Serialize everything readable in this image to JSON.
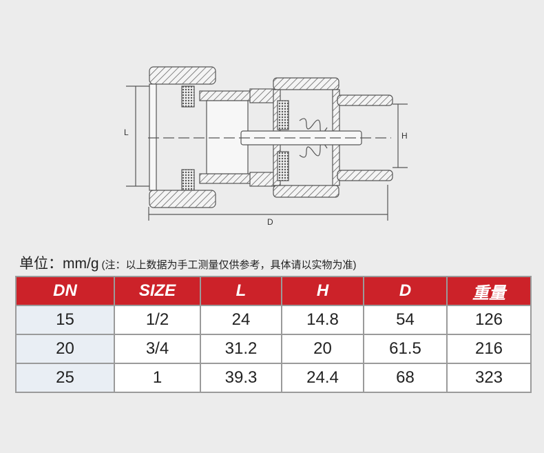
{
  "drawing": {
    "labels": {
      "l": "L",
      "h": "H",
      "d": "D"
    }
  },
  "unit": {
    "label": "单位：mm/g",
    "note": "(注：以上数据为手工测量仅供参考，具体请以实物为准)"
  },
  "table": {
    "headers": [
      "DN",
      "SIZE",
      "L",
      "H",
      "D",
      "重量"
    ],
    "rows": [
      [
        "15",
        "1/2",
        "24",
        "14.8",
        "54",
        "126"
      ],
      [
        "20",
        "3/4",
        "31.2",
        "20",
        "61.5",
        "216"
      ],
      [
        "25",
        "1",
        "39.3",
        "24.4",
        "68",
        "323"
      ]
    ]
  },
  "colors": {
    "header": "#cc2229",
    "first_col": "#e9eef4"
  }
}
